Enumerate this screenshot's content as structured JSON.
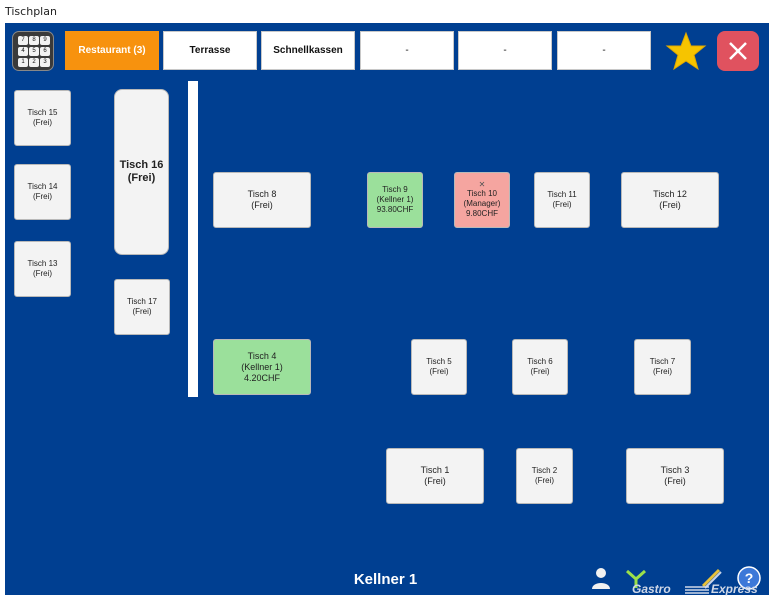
{
  "window": {
    "title": "Tischplan"
  },
  "numpad": {
    "keys": [
      "7",
      "8",
      "9",
      "4",
      "5",
      "6",
      "1",
      "2",
      "3"
    ]
  },
  "tabs": [
    {
      "label": "Restaurant (3)",
      "active": true
    },
    {
      "label": "Terrasse",
      "active": false
    },
    {
      "label": "Schnellkassen",
      "active": false
    },
    {
      "label": "-",
      "active": false
    },
    {
      "label": "-",
      "active": false
    },
    {
      "label": "-",
      "active": false
    }
  ],
  "tables": {
    "t15": {
      "name": "Tisch 15",
      "status": "(Frei)"
    },
    "t14": {
      "name": "Tisch 14",
      "status": "(Frei)"
    },
    "t13": {
      "name": "Tisch 13",
      "status": "(Frei)"
    },
    "t16": {
      "name": "Tisch 16",
      "status": "(Frei)"
    },
    "t17": {
      "name": "Tisch 17",
      "status": "(Frei)"
    },
    "t8": {
      "name": "Tisch 8",
      "status": "(Frei)"
    },
    "t9": {
      "name": "Tisch 9",
      "status": "(Kellner 1)",
      "amount": "93.80CHF"
    },
    "t10": {
      "name": "Tisch 10",
      "status": "(Manager)",
      "amount": "9.80CHF",
      "mark": "✕"
    },
    "t11": {
      "name": "Tisch 11",
      "status": "(Frei)"
    },
    "t12": {
      "name": "Tisch 12",
      "status": "(Frei)"
    },
    "t4": {
      "name": "Tisch 4",
      "status": "(Kellner 1)",
      "amount": "4.20CHF"
    },
    "t5": {
      "name": "Tisch 5",
      "status": "(Frei)"
    },
    "t6": {
      "name": "Tisch 6",
      "status": "(Frei)"
    },
    "t7": {
      "name": "Tisch 7",
      "status": "(Frei)"
    },
    "t1": {
      "name": "Tisch 1",
      "status": "(Frei)"
    },
    "t2": {
      "name": "Tisch 2",
      "status": "(Frei)"
    },
    "t3": {
      "name": "Tisch 3",
      "status": "(Frei)"
    }
  },
  "footer": {
    "waiter": "Kellner 1",
    "logo_left": "Gastro",
    "logo_right": "Express",
    "icons": [
      "user-icon",
      "filter-icon",
      "edit-icon",
      "help-icon"
    ]
  },
  "colors": {
    "background": "#003f91",
    "active_tab": "#f7920e",
    "occupied_waiter": "#9be09b",
    "occupied_manager": "#f5a5a0",
    "close_button": "#e0525f",
    "star": "#f6c400"
  }
}
